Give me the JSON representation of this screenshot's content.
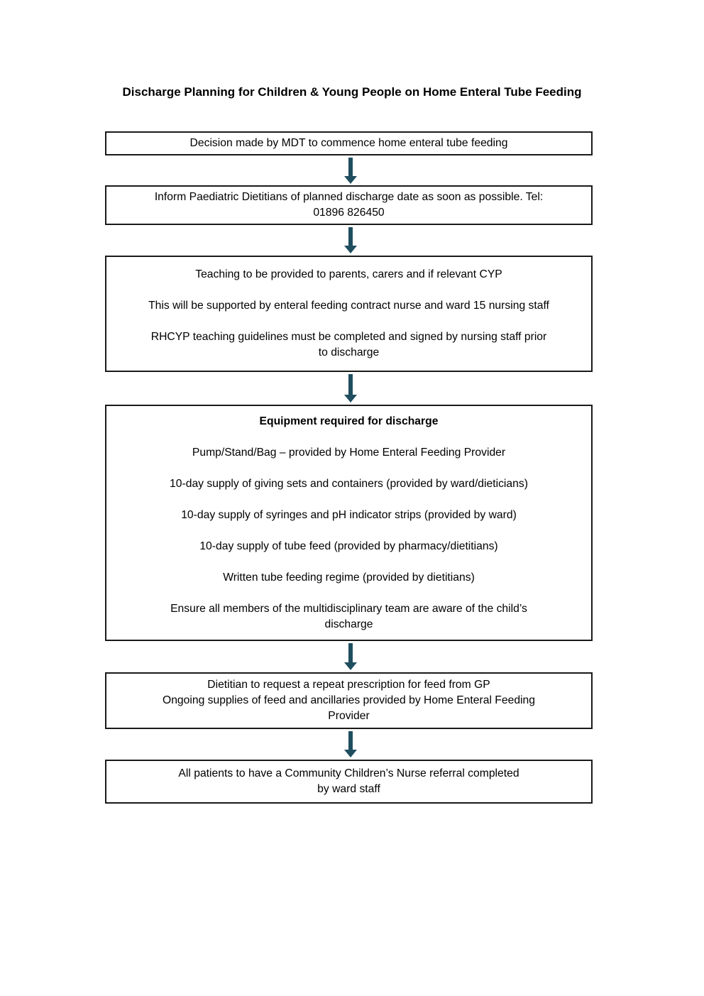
{
  "document": {
    "title": "Discharge Planning for Children & Young People on Home Enteral Tube Feeding"
  },
  "colors": {
    "arrow": "#1f4e5f",
    "box_border": "#1a1a1a",
    "text": "#000000",
    "background": "#ffffff"
  },
  "flowchart": {
    "boxes": [
      {
        "name": "decision-mdt",
        "paragraphs": [
          [
            "Decision made by MDT to commence home enteral tube feeding"
          ]
        ]
      },
      {
        "name": "inform-dietitians",
        "paragraphs": [
          [
            "Inform Paediatric Dietitians of planned discharge date as soon as possible. Tel:",
            "01896 826450"
          ]
        ]
      },
      {
        "name": "teaching",
        "paragraphs": [
          [
            "Teaching to be provided to parents, carers and if relevant CYP"
          ],
          [
            "This will be supported by enteral feeding contract nurse and ward 15 nursing staff"
          ],
          [
            "RHCYP teaching guidelines must be completed and signed by nursing staff prior",
            "to discharge"
          ]
        ]
      },
      {
        "name": "equipment",
        "heading": "Equipment required for discharge",
        "paragraphs": [
          [
            "Pump/Stand/Bag – provided by Home Enteral Feeding Provider"
          ],
          [
            "10-day supply of giving sets and containers (provided by ward/dieticians)"
          ],
          [
            "10-day supply of syringes and pH indicator strips (provided by ward)"
          ],
          [
            "10-day supply of tube feed (provided by pharmacy/dietitians)"
          ],
          [
            "Written tube feeding regime (provided by dietitians)"
          ],
          [
            "Ensure all members of the multidisciplinary team are aware of the child’s",
            "discharge"
          ]
        ]
      },
      {
        "name": "gp-prescription",
        "paragraphs": [
          [
            "Dietitian to request a repeat prescription for feed from GP",
            "Ongoing supplies of feed and ancillaries provided by Home Enteral Feeding",
            "Provider"
          ]
        ]
      },
      {
        "name": "ccn-referral",
        "paragraphs": [
          [
            "All patients to have a Community Children’s Nurse referral completed",
            "by ward staff"
          ]
        ]
      }
    ]
  }
}
